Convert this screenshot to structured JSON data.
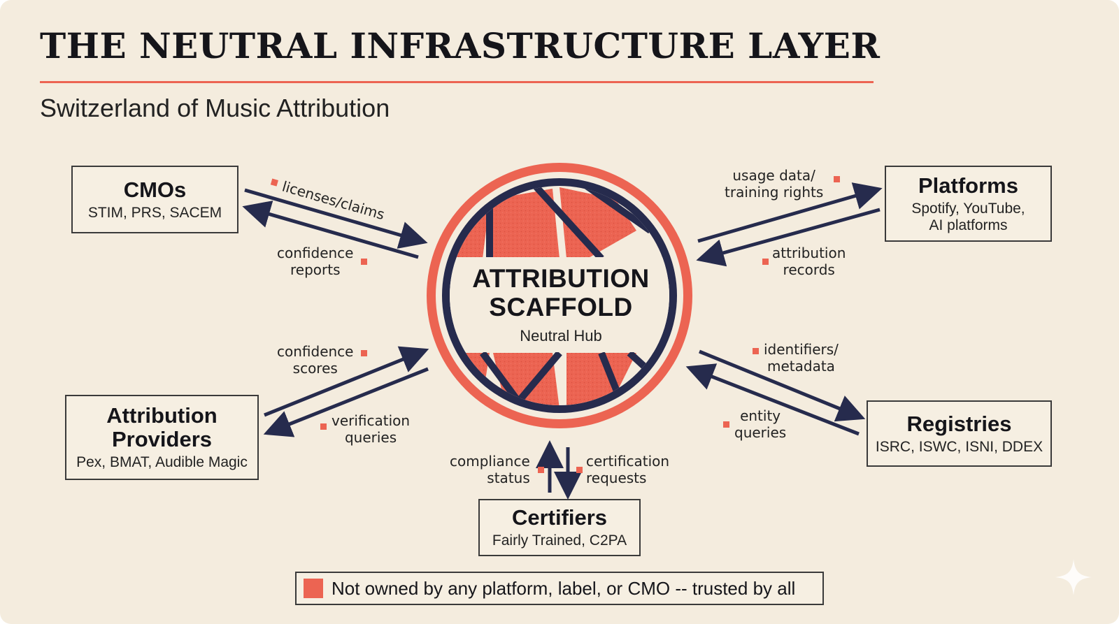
{
  "title": "THE NEUTRAL INFRASTRUCTURE LAYER",
  "subtitle": "Switzerland of Music Attribution",
  "hub": {
    "title_line1": "ATTRIBUTION",
    "title_line2": "SCAFFOLD",
    "subtitle": "Neutral Hub"
  },
  "stakeholders": {
    "cmos": {
      "name": "CMOs",
      "members": "STIM, PRS, SACEM"
    },
    "platforms": {
      "name": "Platforms",
      "members_line1": "Spotify, YouTube,",
      "members_line2": "AI platforms"
    },
    "providers": {
      "name_line1": "Attribution",
      "name_line2": "Providers",
      "members": "Pex, BMAT, Audible Magic"
    },
    "registries": {
      "name": "Registries",
      "members": "ISRC, ISWC, ISNI, DDEX"
    },
    "certifiers": {
      "name": "Certifiers",
      "members": "Fairly Trained, C2PA"
    }
  },
  "flows": {
    "cmos_in": "licenses/claims",
    "cmos_out_line1": "confidence",
    "cmos_out_line2": "reports",
    "platforms_in_line1": "usage data/",
    "platforms_in_line2": "training rights",
    "platforms_out_line1": "attribution",
    "platforms_out_line2": "records",
    "providers_in_line1": "confidence",
    "providers_in_line2": "scores",
    "providers_out_line1": "verification",
    "providers_out_line2": "queries",
    "registries_in_line1": "identifiers/",
    "registries_in_line2": "metadata",
    "registries_out_line1": "entity",
    "registries_out_line2": "queries",
    "certifiers_in_line1": "compliance",
    "certifiers_in_line2": "status",
    "certifiers_out_line1": "certification",
    "certifiers_out_line2": "requests"
  },
  "legend": "Not owned by any platform, label, or CMO -- trusted by all",
  "colors": {
    "accent": "#ec6452",
    "navy": "#262b4d",
    "background": "#f4ecde"
  }
}
